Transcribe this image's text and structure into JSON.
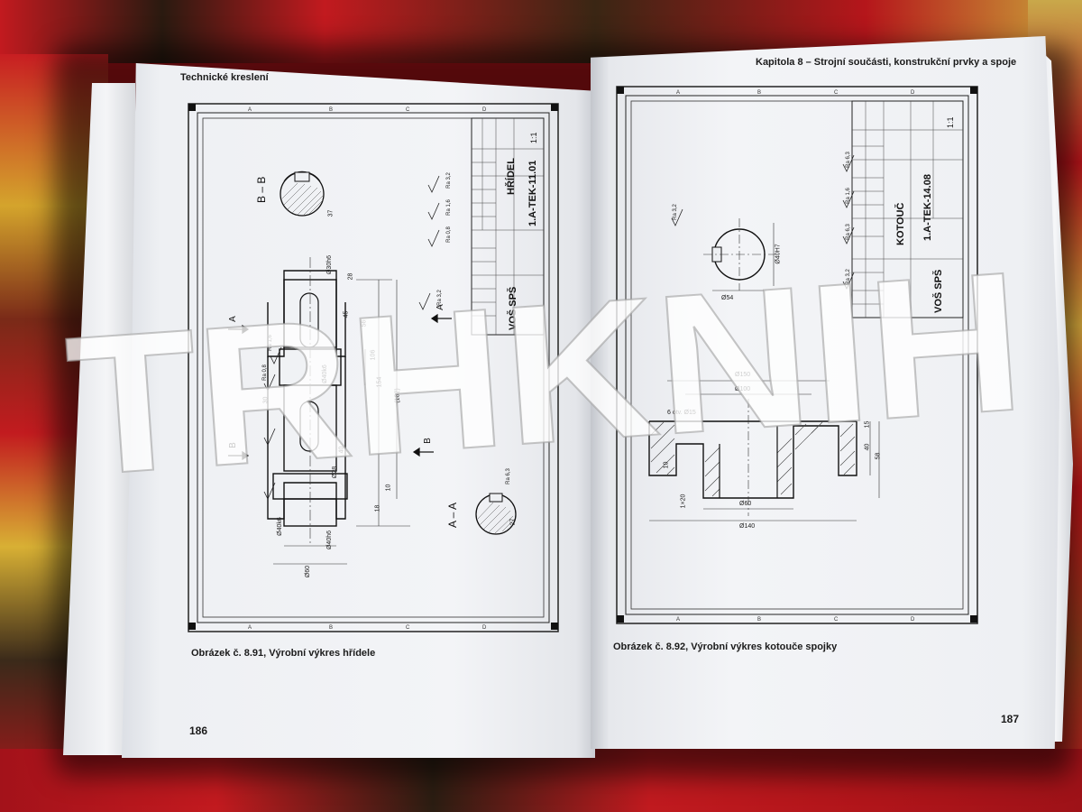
{
  "left_page": {
    "running_head": "Technické kreslení",
    "caption": "Obrázek č. 8.91, Výrobní výkres hřídele",
    "page_number": "186",
    "title_block": {
      "part_name": "HŘÍDEL",
      "drawing_number": "1.A-TEK-11.01",
      "scale": "1:1",
      "school": "VOŠ SPŠ"
    },
    "section_labels": [
      "B – B",
      "A – A",
      "A",
      "B",
      "B",
      "A"
    ],
    "dimensions": [
      "Ø30h6",
      "Ø40k6",
      "Ø60",
      "Ø40h6",
      "Ø28",
      "Ø40k6",
      "154",
      "(182)",
      "106",
      "56",
      "18",
      "10",
      "30",
      "28",
      "40",
      "45",
      "37",
      "27"
    ],
    "roughness": [
      "Ra 3,2",
      "Ra 1,6",
      "Ra 0,8",
      "Ra 3,2",
      "Ra 1,6",
      "Ra 0,8",
      "Ra 6,3"
    ]
  },
  "right_page": {
    "running_head": "Kapitola 8 – Strojní součásti, konstrukční prvky a spoje",
    "caption": "Obrázek č. 8.92, Výrobní výkres kotouče spojky",
    "page_number": "187",
    "title_block": {
      "part_name": "KOTOUČ",
      "drawing_number": "1.A-TEK-14.08",
      "scale": "1:1",
      "school": "VOŠ SPŠ"
    },
    "dimensions": [
      "Ø150",
      "Ø100",
      "Ø40H7",
      "Ø60",
      "Ø140",
      "40",
      "58",
      "15",
      "6 otv. Ø15",
      "10",
      "1×20",
      "Ø54"
    ],
    "roughness": [
      "Ra 3,2",
      "Ra 6,3",
      "Ra 1,6",
      "Ra 6,3",
      "Ra 3,2"
    ]
  },
  "watermark": "TRHKNIH",
  "colors": {
    "carpet_red": "#b8141a",
    "carpet_yellow": "#d9a82a",
    "carpet_dark": "#3a2a1c",
    "paper": "#f1f2f5",
    "ink": "#222222"
  }
}
